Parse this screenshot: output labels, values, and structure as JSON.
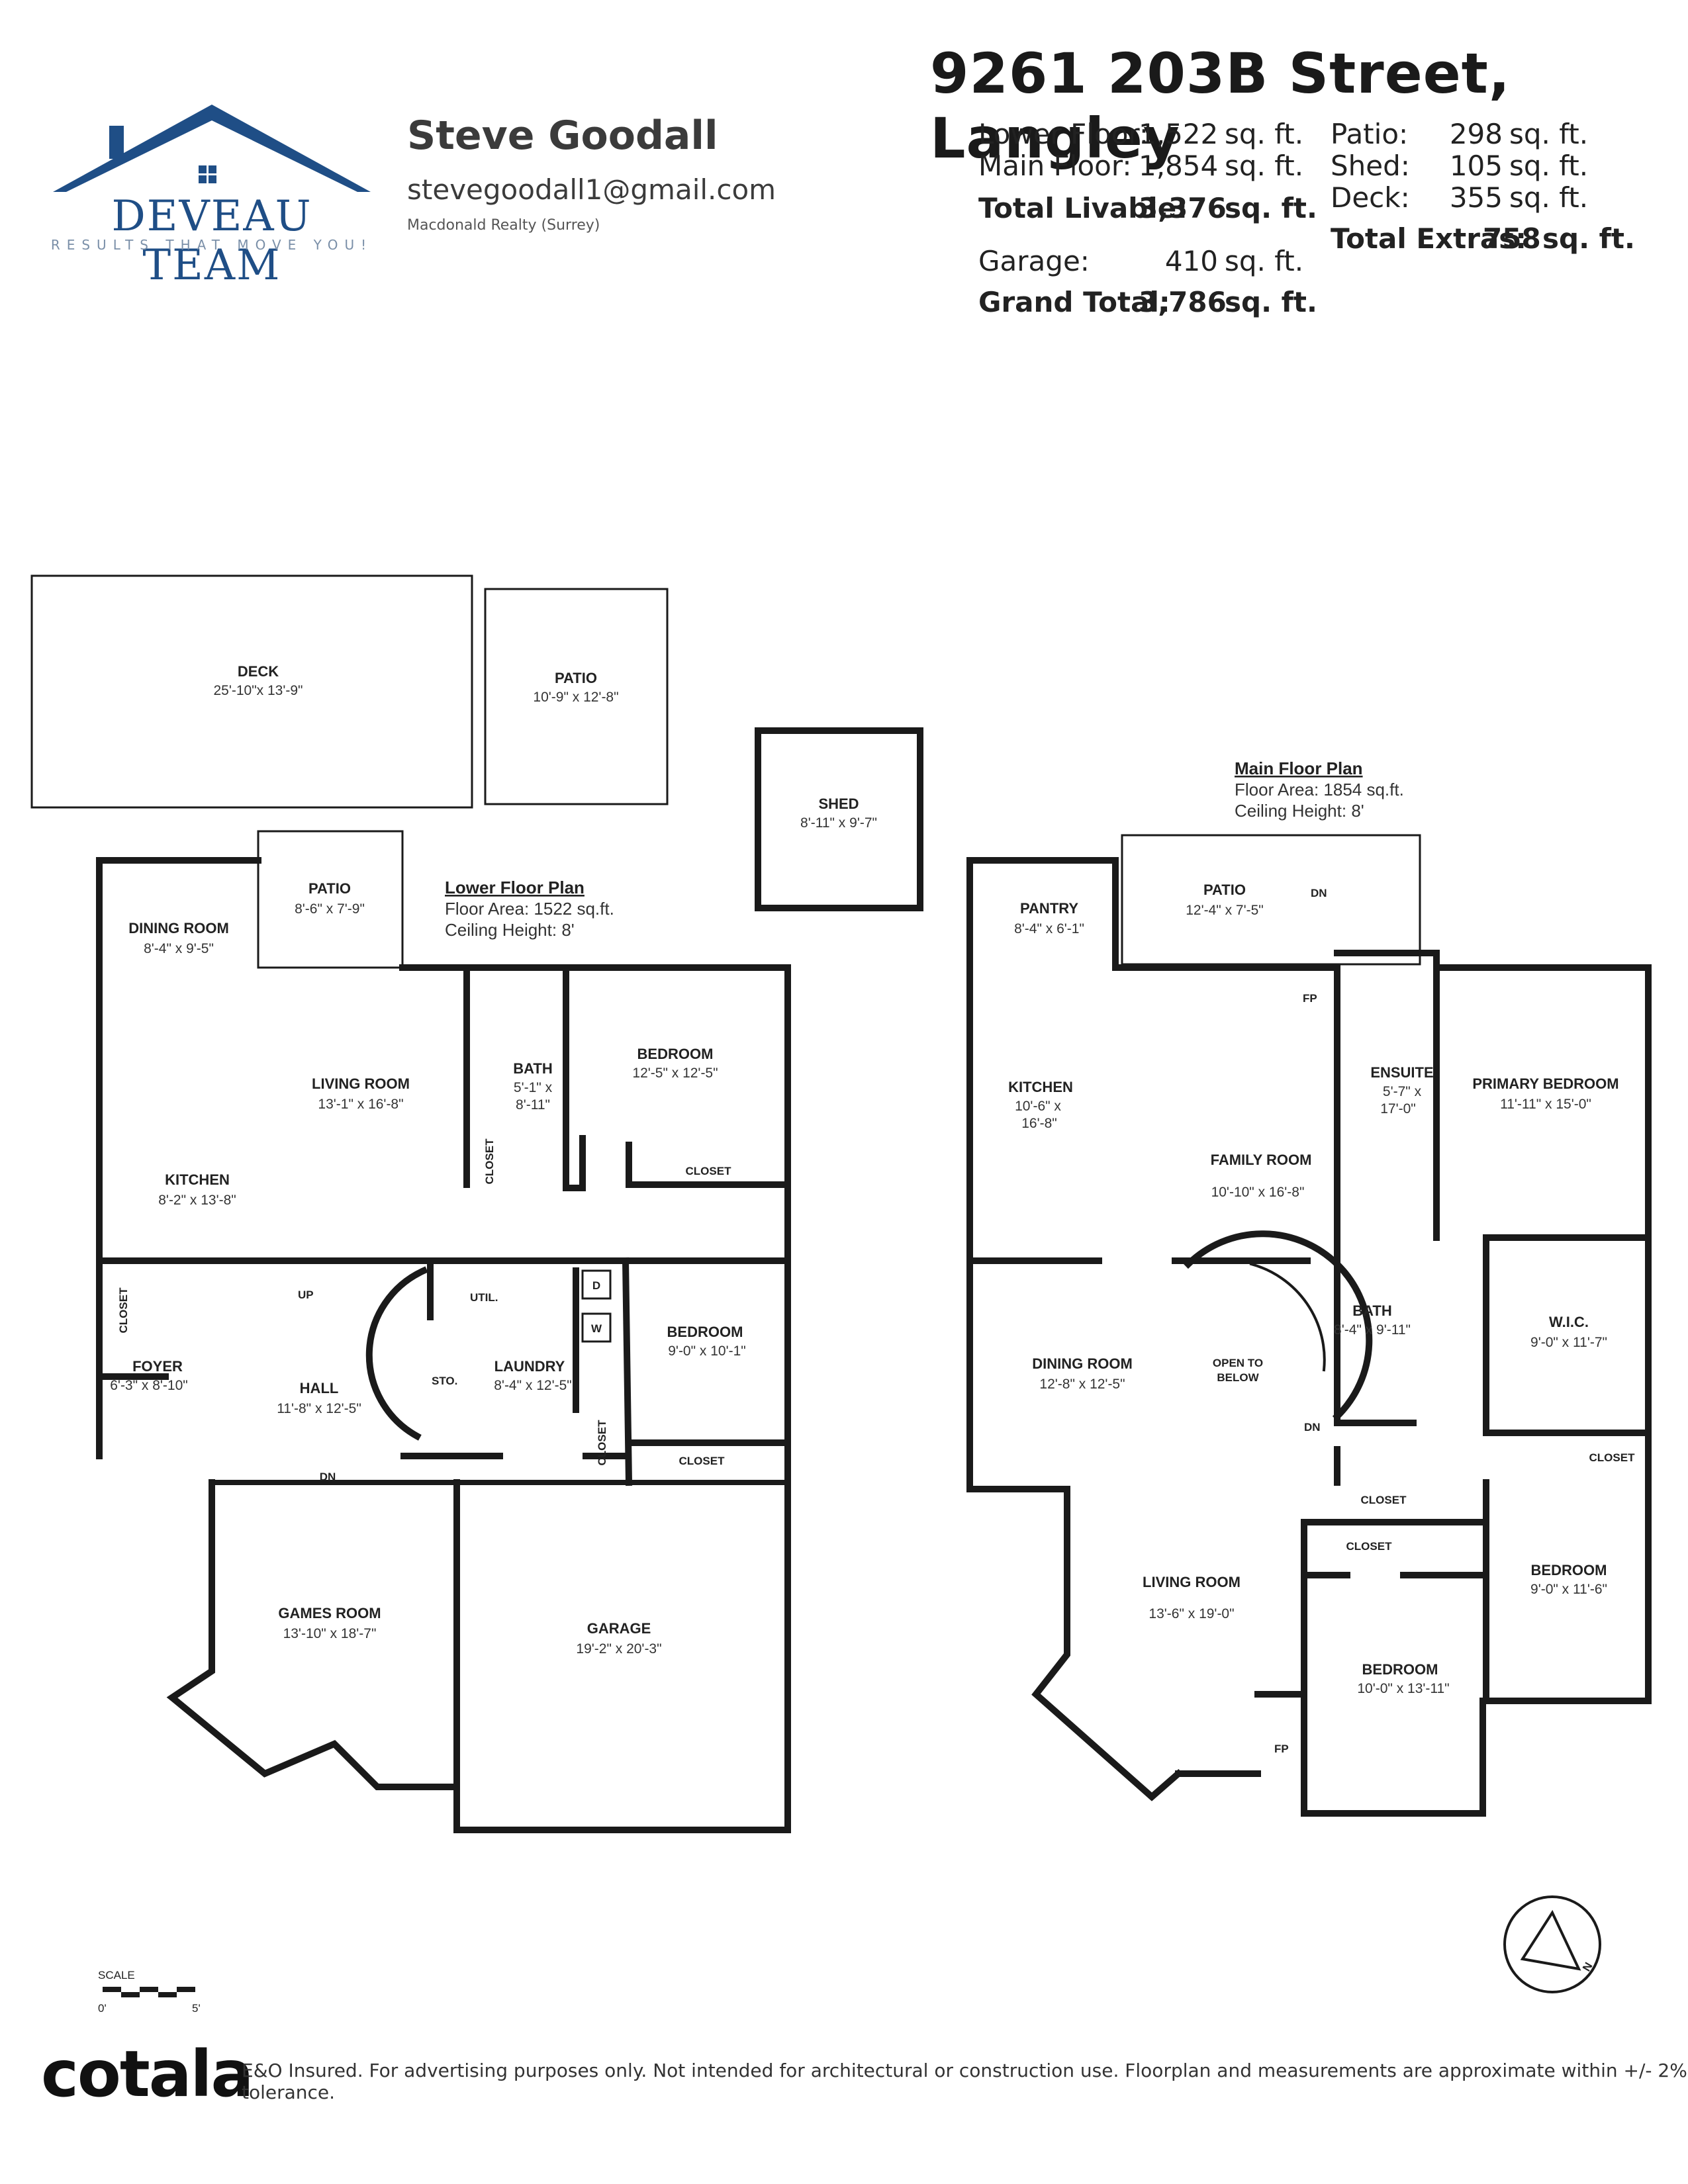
{
  "brand": {
    "team": "DEVEAU TEAM",
    "tagline": "RESULTS THAT MOVE YOU!"
  },
  "agent": {
    "name": "Steve Goodall",
    "email": "stevegoodall1@gmail.com",
    "company": "Macdonald Realty (Surrey)"
  },
  "property": {
    "address": "9261 203B Street, Langley"
  },
  "areas": {
    "lower_label": "Lower Floor:",
    "lower_value": "1,522",
    "unit": "sq. ft.",
    "main_label": "Main Floor:",
    "main_value": "1,854",
    "livable_label": "Total Livable:",
    "livable_value": "3,376",
    "garage_label": "Garage:",
    "garage_value": "410",
    "grand_label": "Grand Total:",
    "grand_value": "3,786",
    "patio_label": "Patio:",
    "patio_value": "298",
    "shed_label": "Shed:",
    "shed_value": "105",
    "deck_label": "Deck:",
    "deck_value": "355",
    "extras_label": "Total Extras:",
    "extras_value": "758"
  },
  "lower_plan": {
    "title": "Lower Floor Plan",
    "floor_area": "Floor Area: 1522 sq.ft.",
    "ceiling": "Ceiling Height: 8'",
    "rooms": {
      "deck": {
        "name": "DECK",
        "dims": "25'-10\"x 13'-9\""
      },
      "patio_top": {
        "name": "PATIO",
        "dims": "10'-9\" x 12'-8\""
      },
      "shed": {
        "name": "SHED",
        "dims": "8'-11\" x 9'-7\""
      },
      "dining": {
        "name": "DINING ROOM",
        "dims": "8'-4\" x 9'-5\""
      },
      "patio": {
        "name": "PATIO",
        "dims": "8'-6\" x 7'-9\""
      },
      "living": {
        "name": "LIVING ROOM",
        "dims": "13'-1\" x 16'-8\""
      },
      "bath": {
        "name": "BATH",
        "dims1": "5'-1\" x",
        "dims2": "8'-11\""
      },
      "bedroom1": {
        "name": "BEDROOM",
        "dims": "12'-5\" x 12'-5\""
      },
      "kitchen": {
        "name": "KITCHEN",
        "dims": "8'-2\" x 13'-8\""
      },
      "closet1": "CLOSET",
      "closet2": "CLOSET",
      "closet3": "CLOSET",
      "closet4": "CLOSET",
      "closet5": "CLOSET",
      "foyer": {
        "name": "FOYER",
        "dims": "6'-3\" x 8'-10\""
      },
      "hall": {
        "name": "HALL",
        "dims": "11'-8\" x 12'-5\""
      },
      "util": "UTIL.",
      "sto": "STO.",
      "laundry": {
        "name": "LAUNDRY",
        "dims": "8'-4\" x 12'-5\""
      },
      "bedroom2": {
        "name": "BEDROOM",
        "dims": "9'-0\" x 10'-1\""
      },
      "games": {
        "name": "GAMES ROOM",
        "dims": "13'-10\" x 18'-7\""
      },
      "garage": {
        "name": "GARAGE",
        "dims": "19'-2\" x 20'-3\""
      },
      "up": "UP",
      "dn": "DN",
      "d": "D",
      "w": "W"
    }
  },
  "main_plan": {
    "title": "Main Floor Plan",
    "floor_area": "Floor Area: 1854 sq.ft.",
    "ceiling": "Ceiling Height: 8'",
    "rooms": {
      "pantry": {
        "name": "PANTRY",
        "dims": "8'-4\" x 6'-1\""
      },
      "patio": {
        "name": "PATIO",
        "dims": "12'-4\" x 7'-5\""
      },
      "fp1": "FP",
      "fp2": "FP",
      "dn1": "DN",
      "dn2": "DN",
      "kitchen": {
        "name": "KITCHEN",
        "dims1": "10'-6\" x",
        "dims2": "16'-8\""
      },
      "family": {
        "name": "FAMILY ROOM",
        "dims": "10'-10\" x 16'-8\""
      },
      "ensuite": {
        "name": "ENSUITE",
        "dims1": "5'-7\" x",
        "dims2": "17'-0\""
      },
      "primary": {
        "name": "PRIMARY BEDROOM",
        "dims": "11'-11\" x 15'-0\""
      },
      "dining": {
        "name": "DINING ROOM",
        "dims": "12'-8\" x 12'-5\""
      },
      "open_below1": "OPEN TO",
      "open_below2": "BELOW",
      "bath": {
        "name": "BATH",
        "dims": "8'-4\" x 9'-11\""
      },
      "wic": {
        "name": "W.I.C.",
        "dims": "9'-0\" x 11'-7\""
      },
      "closet1": "CLOSET",
      "closet2": "CLOSET",
      "closet3": "CLOSET",
      "living": {
        "name": "LIVING ROOM",
        "dims": "13'-6\" x 19'-0\""
      },
      "bedroom1": {
        "name": "BEDROOM",
        "dims": "10'-0\" x 13'-11\""
      },
      "bedroom2": {
        "name": "BEDROOM",
        "dims": "9'-0\" x 11'-6\""
      }
    }
  },
  "scale": {
    "label": "SCALE",
    "zero": "0'",
    "five": "5'"
  },
  "compass": {
    "north": "N"
  },
  "footer": {
    "logo": "cotala",
    "disclaimer": "E&O Insured. For advertising purposes only. Not intended for architectural or construction use. Floorplan and measurements are approximate within +/- 2% tolerance."
  },
  "colors": {
    "brand_blue": "#1f4e86",
    "wall": "#1a1a1a"
  }
}
